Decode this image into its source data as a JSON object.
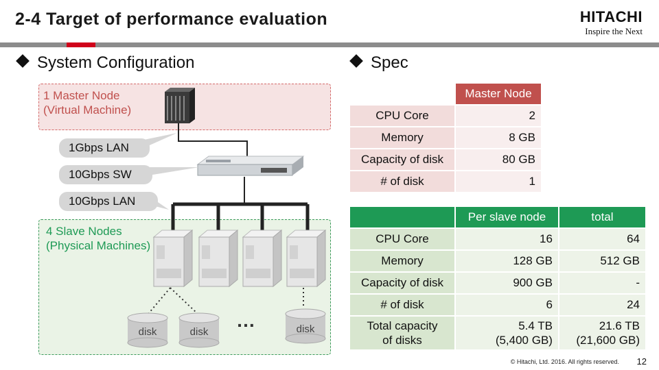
{
  "header": {
    "title": "2-4 Target of performance evaluation"
  },
  "logo": {
    "name": "HITACHI",
    "tagline": "Inspire the Next"
  },
  "left": {
    "heading": "System Configuration",
    "master_group": {
      "line1": "1 Master Node",
      "line2": "(Virtual Machine)"
    },
    "callouts": [
      "1Gbps  LAN",
      "10Gbps   SW",
      "10Gbps  LAN"
    ],
    "slave_group": {
      "line1": "4 Slave Nodes",
      "line2": "(Physical Machines)"
    },
    "disk_label": "disk",
    "ellipsis": "…"
  },
  "right": {
    "heading": "Spec",
    "master_table": {
      "header": [
        "",
        "Master Node"
      ],
      "rows": [
        [
          "CPU Core",
          "2"
        ],
        [
          "Memory",
          "8 GB"
        ],
        [
          "Capacity of disk",
          "80 GB"
        ],
        [
          "# of disk",
          "1"
        ]
      ]
    },
    "slave_table": {
      "header": [
        "",
        "Per slave node",
        "total"
      ],
      "rows": [
        [
          "CPU Core",
          "16",
          "64"
        ],
        [
          "Memory",
          "128 GB",
          "512 GB"
        ],
        [
          "Capacity of disk",
          "900 GB",
          "-"
        ],
        [
          "# of disk",
          "6",
          "24"
        ]
      ],
      "last_row": {
        "label": [
          "Total capacity",
          "of disks"
        ],
        "per_node": [
          "5.4 TB",
          "(5,400 GB)"
        ],
        "total": [
          "21.6 TB",
          "(21,600 GB)"
        ]
      }
    }
  },
  "footer": {
    "copyright": "© Hitachi, Ltd. 2016. All rights reserved.",
    "page": "12"
  },
  "colors": {
    "master_header": "#c0504d",
    "slave_header": "#1e9a55",
    "accent_red": "#d0021b"
  }
}
